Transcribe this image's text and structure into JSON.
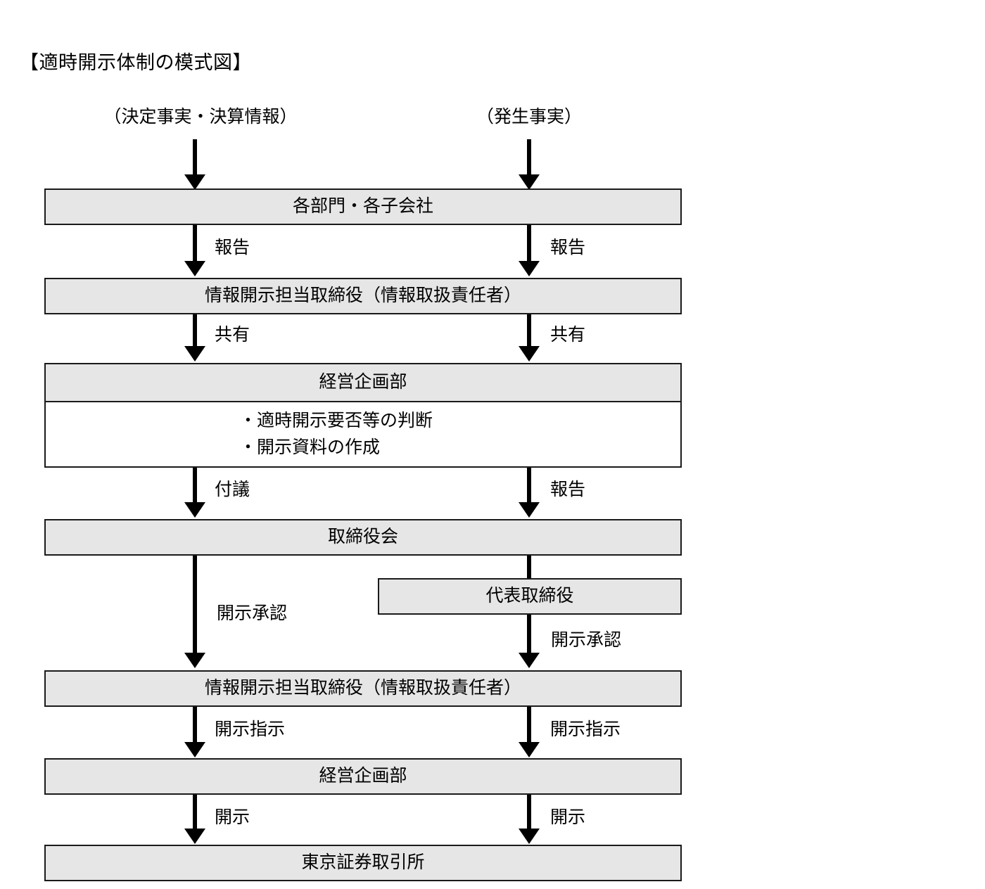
{
  "diagram": {
    "title": "【適時開示体制の模式図】",
    "background_color": "#ffffff",
    "box_fill_color": "#e6e6e6",
    "box_border_color": "#1a1a1a",
    "arrow_color": "#000000",
    "sources": [
      {
        "id": "source-left",
        "label": "（決定事実・決算情報）"
      },
      {
        "id": "source-right",
        "label": "（発生事実）"
      }
    ],
    "nodes": [
      {
        "id": "node-divisions",
        "label": "各部門・各子会社"
      },
      {
        "id": "node-disclosure-officer-1",
        "label": "情報開示担当取締役（情報取扱責任者）"
      },
      {
        "id": "node-planning-1",
        "label": "経営企画部"
      },
      {
        "id": "node-board",
        "label": "取締役会"
      },
      {
        "id": "node-representative",
        "label": "代表取締役"
      },
      {
        "id": "node-disclosure-officer-2",
        "label": "情報開示担当取締役（情報取扱責任者）"
      },
      {
        "id": "node-planning-2",
        "label": "経営企画部"
      },
      {
        "id": "node-exchange",
        "label": "東京証券取引所"
      }
    ],
    "planning_duties": [
      "・適時開示要否等の判断",
      "・開示資料の作成"
    ],
    "edge_labels": {
      "report_left_1": "報告",
      "report_right_1": "報告",
      "share_left": "共有",
      "share_right": "共有",
      "submit_left": "付議",
      "report_right_2": "報告",
      "approval_left": "開示承認",
      "approval_right": "開示承認",
      "instruct_left": "開示指示",
      "instruct_right": "開示指示",
      "disclose_left": "開示",
      "disclose_right": "開示"
    }
  }
}
